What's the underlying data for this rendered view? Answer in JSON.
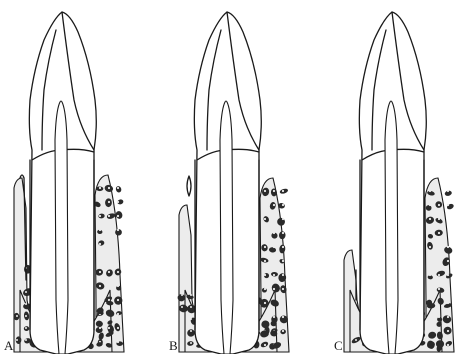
{
  "figure": {
    "panels": [
      {
        "id": "A",
        "label": "A",
        "bone_level": "normal"
      },
      {
        "id": "B",
        "label": "B",
        "bone_level": "reduced"
      },
      {
        "id": "C",
        "label": "C",
        "bone_level": "severely-reduced"
      }
    ],
    "colors": {
      "ink": "#1a1a1a",
      "bone": "#ececec",
      "trabecular": "#2a2a2a",
      "background": "#ffffff"
    }
  }
}
